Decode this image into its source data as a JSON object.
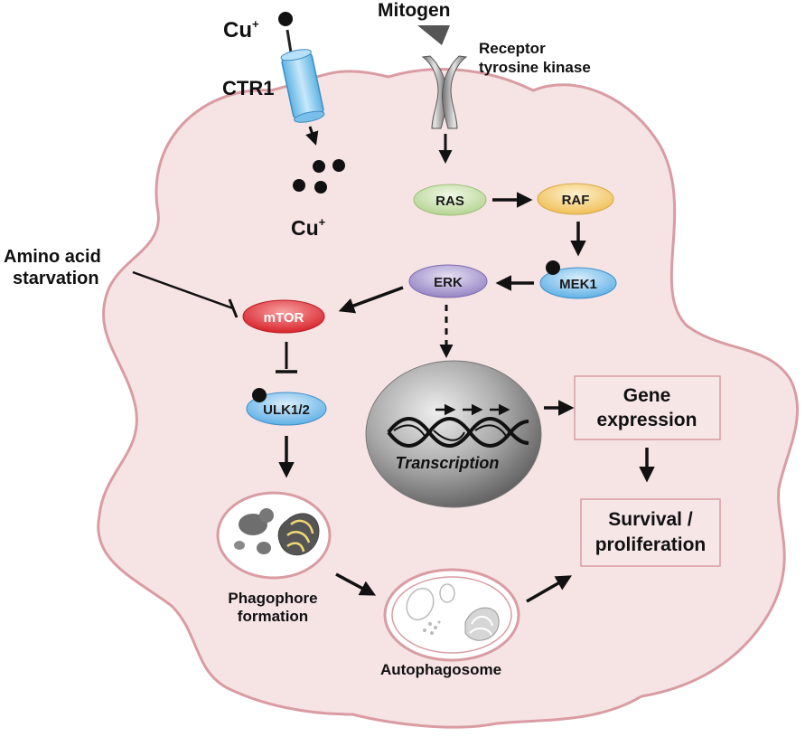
{
  "labels": {
    "cu_top": "Cu",
    "cu_top_sup": "+",
    "ctr1": "CTR1",
    "cu_inside": "Cu",
    "cu_inside_sup": "+",
    "mitogen": "Mitogen",
    "receptor_line1": "Receptor",
    "receptor_line2": "tyrosine kinase",
    "amino_line1": "Amino acid",
    "amino_line2": "starvation",
    "transcription": "Transcription",
    "phagophore_line1": "Phagophore",
    "phagophore_line2": "formation",
    "autophagosome": "Autophagosome"
  },
  "nodes": {
    "ras": "RAS",
    "raf": "RAF",
    "mek1": "MEK1",
    "erk": "ERK",
    "mtor": "mTOR",
    "ulk": "ULK1/2"
  },
  "boxes": {
    "gene_line1": "Gene",
    "gene_line2": "expression",
    "survival_line1": "Survival /",
    "survival_line2": "proliferation"
  },
  "colors": {
    "cell_fill": "#f6e4e4",
    "cell_stroke": "#d99ca2",
    "ras": "#cfe3b3",
    "raf": "#f5d58a",
    "mek1": "#8ec6ee",
    "erk": "#b4a6d4",
    "mtor": "#e8454a",
    "ulk": "#8ec6ee",
    "ctr1": "#8fcbee"
  }
}
